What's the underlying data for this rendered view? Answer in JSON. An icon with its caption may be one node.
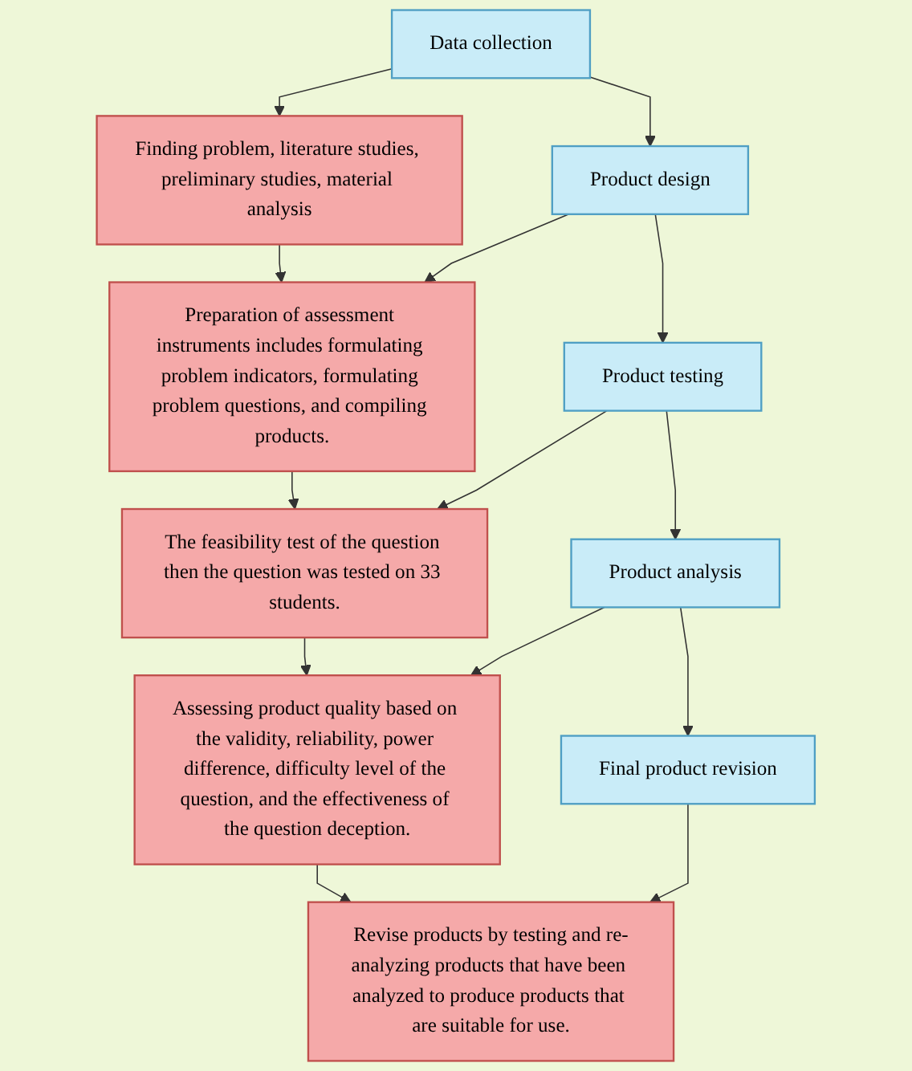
{
  "diagram": {
    "nodes": [
      {
        "text": [
          "Data collection"
        ]
      },
      {
        "text": [
          "Finding problem, literature studies, preliminary studies, material analysis"
        ]
      },
      {
        "text": [
          "Product design"
        ]
      },
      {
        "text": [
          "Preparation of assessment instruments includes formulating problem indicators, formulating problem questions, and compiling products."
        ]
      },
      {
        "text": [
          "Product testing"
        ]
      },
      {
        "text": [
          "The feasibility test of the question then the question was tested on 33 students."
        ]
      },
      {
        "text": [
          "Product analysis"
        ]
      },
      {
        "text": [
          "Assessing product quality based on the validity, reliability, power difference, difficulty level of the question, and the effectiveness of the question deception."
        ]
      },
      {
        "text": [
          "Final product revision"
        ]
      },
      {
        "text": [
          "Revise products by testing and re-analyzing products that have been analyzed to produce products that are suitable for use."
        ]
      }
    ],
    "edges": [
      {
        "from": 0,
        "to": 1,
        "arrow": "to"
      },
      {
        "from": 0,
        "to": 2,
        "arrow": "to"
      },
      {
        "from": 1,
        "to": 3,
        "arrow": "to"
      },
      {
        "from": 2,
        "to": 3,
        "arrow": "to"
      },
      {
        "from": 2,
        "to": 4,
        "arrow": "to"
      },
      {
        "from": 3,
        "to": 5,
        "arrow": "to"
      },
      {
        "from": 4,
        "to": 5,
        "arrow": "to"
      },
      {
        "from": 4,
        "to": 6,
        "arrow": "to"
      },
      {
        "from": 5,
        "to": 7,
        "arrow": "to"
      },
      {
        "from": 6,
        "to": 7,
        "arrow": "to"
      },
      {
        "from": 6,
        "to": 8,
        "arrow": "to"
      },
      {
        "from": 7,
        "to": 9,
        "arrow": "to"
      },
      {
        "from": 8,
        "to": 9,
        "arrow": "to"
      }
    ]
  }
}
